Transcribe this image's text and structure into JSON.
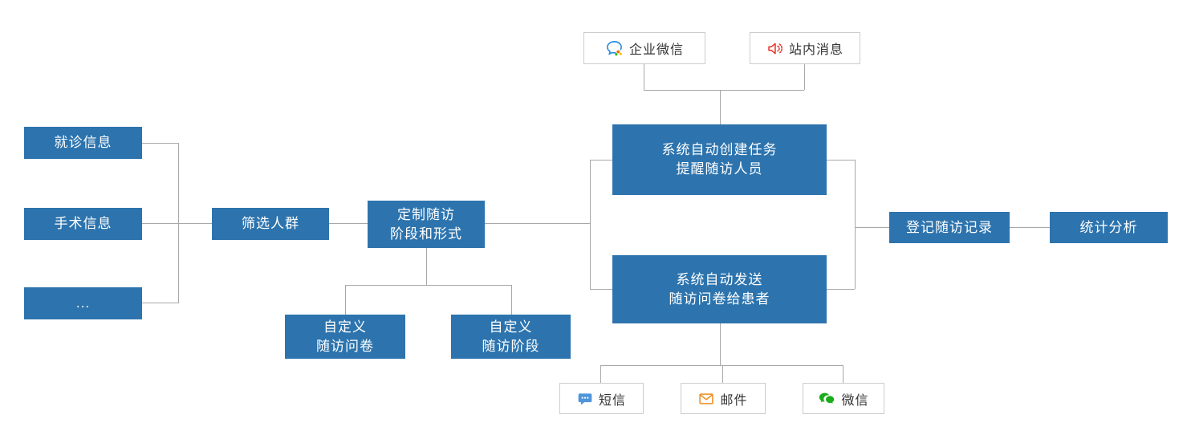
{
  "diagram": {
    "left_sources": [
      {
        "label": "就诊信息"
      },
      {
        "label": "手术信息"
      },
      {
        "label": "..."
      }
    ],
    "filter": {
      "label": "筛选人群"
    },
    "customize": {
      "line1": "定制随访",
      "line2": "阶段和形式"
    },
    "custom_questionnaire": {
      "line1": "自定义",
      "line2": "随访问卷"
    },
    "custom_stage": {
      "line1": "自定义",
      "line2": "随访阶段"
    },
    "auto_task": {
      "line1": "系统自动创建任务",
      "line2": "提醒随访人员"
    },
    "auto_send": {
      "line1": "系统自动发送",
      "line2": "随访问卷给患者"
    },
    "register": {
      "label": "登记随访记录"
    },
    "statistics": {
      "label": "统计分析"
    },
    "notify_channels": [
      {
        "label": "企业微信",
        "icon": "wecom-icon"
      },
      {
        "label": "站内消息",
        "icon": "site-message-icon"
      }
    ],
    "send_channels": [
      {
        "label": "短信",
        "icon": "sms-icon"
      },
      {
        "label": "邮件",
        "icon": "email-icon"
      },
      {
        "label": "微信",
        "icon": "wechat-icon"
      }
    ]
  },
  "colors": {
    "node_blue": "#2d74ae",
    "node_text": "#ffffff",
    "connector_gray": "#a8a8a8",
    "white_box_border": "#cccccc",
    "label_text": "#333333",
    "wecom_blue": "#2a8ce0",
    "site_message_red": "#e8392e",
    "sms_blue": "#4f95da",
    "email_orange": "#f08c1f",
    "wechat_green": "#1aad19"
  }
}
